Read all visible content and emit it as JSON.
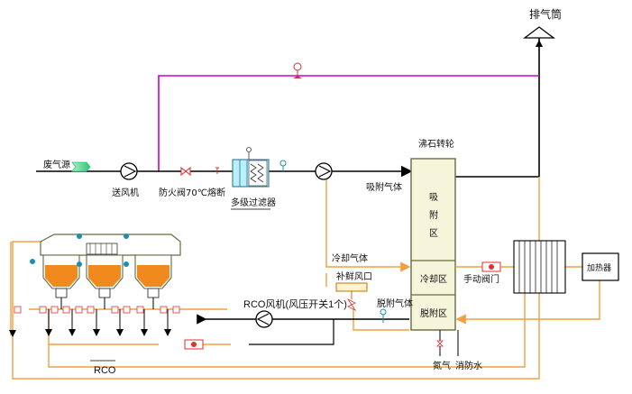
{
  "labels": {
    "exhaust_stack": "排气筒",
    "waste_gas_source": "废气源",
    "supply_fan": "送风机",
    "fire_damper": "防火阀70℃熔断",
    "multistage_filter": "多级过滤器",
    "adsorbed_gas": "吸附气体",
    "zeolite_rotor": "沸石转轮",
    "adsorption_zone_line1": "吸",
    "adsorption_zone_line2": "附",
    "adsorption_zone_line3": "区",
    "cooling_zone": "冷却区",
    "desorption_zone": "脱附区",
    "cooling_gas": "冷却气体",
    "makeup_air_inlet": "补鲜风口",
    "manual_valve": "手动阀门",
    "heater": "加热器",
    "rco_fan": "RCO风机(风压开关1个)",
    "desorbed_gas": "脱附气体",
    "nitrogen": "氮气",
    "fire_water": "消防水",
    "rco": "RCO"
  },
  "colors": {
    "magenta_line": "#cc00cc",
    "orange_line": "#f0a040",
    "main_line": "#000000",
    "rotor_fill": "#f5f5dc",
    "rotor_border": "#6a6a40",
    "catalyst_orange": "#f08a1e",
    "filter_cyan": "#b9f0ff",
    "arrow_green": "#2ec27e",
    "valve_red": "#e03030",
    "sensor_blue": "#1a8fb0"
  }
}
